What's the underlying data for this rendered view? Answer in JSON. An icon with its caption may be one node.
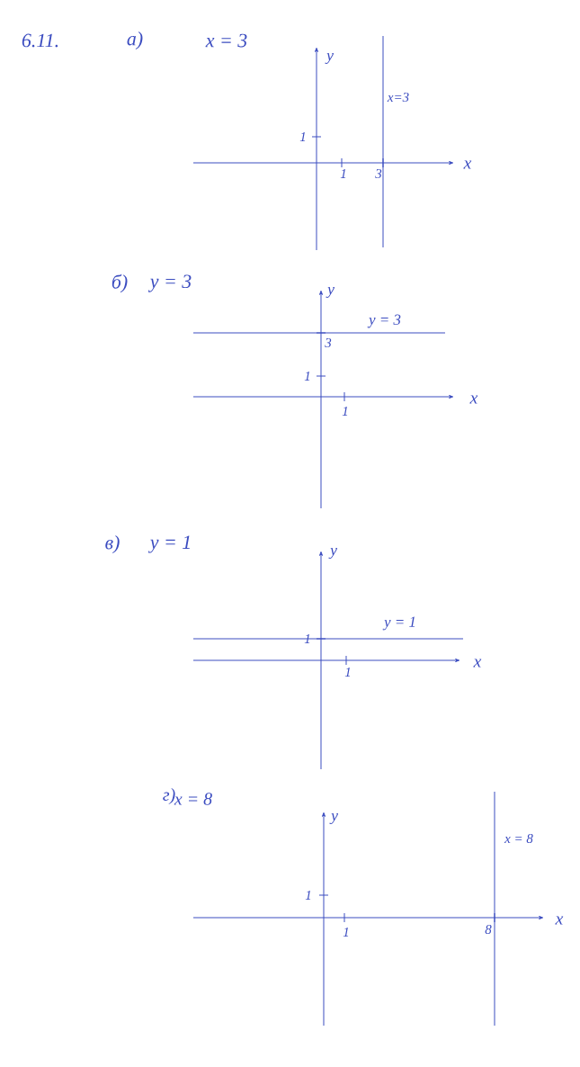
{
  "diagram": {
    "labels": [
      "6.11.",
      "а)",
      "x = 3",
      "y",
      "x=3",
      "1",
      "1",
      "3",
      "x",
      "б)",
      "y = 3",
      "y",
      "y = 3",
      "3",
      "1",
      "1",
      "x",
      "в)",
      "y = 1",
      "y",
      "y = 1",
      "1",
      "1",
      "x",
      "г)",
      "x = 8",
      "y",
      "x = 8",
      "1",
      "1",
      "8",
      "x"
    ]
  }
}
